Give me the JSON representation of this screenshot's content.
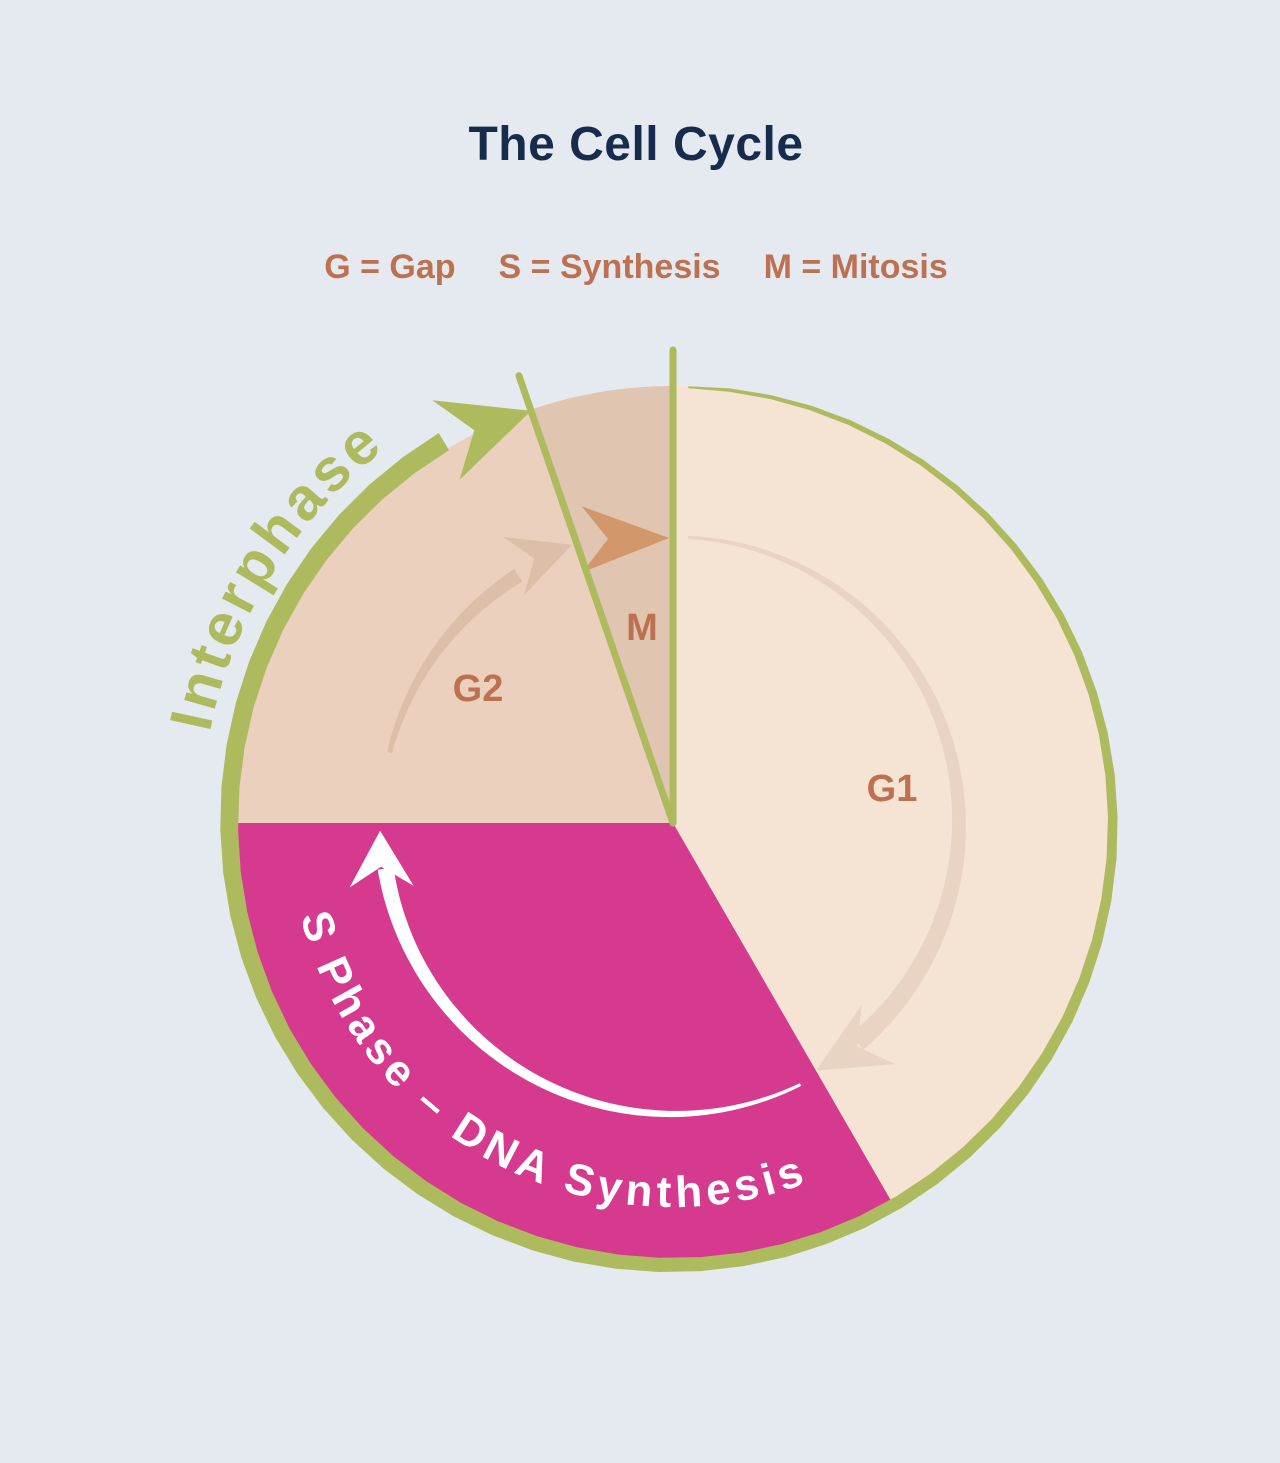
{
  "title": "The Cell Cycle",
  "legend": {
    "gap": "G = Gap",
    "synthesis": "S = Synthesis",
    "mitosis": "M = Mitosis"
  },
  "phases": {
    "g1": {
      "label": "G1"
    },
    "s": {
      "label": "S Phase – DNA Synthesis"
    },
    "g2": {
      "label": "G2"
    },
    "m": {
      "label": "M"
    }
  },
  "annotations": {
    "interphase": "Interphase",
    "s_phase": "S Phase – DNA Synthesis"
  },
  "colors": {
    "background": "#e5eaf1",
    "title_navy": "#172c4d",
    "rust_label": "#bd7150",
    "olive_green": "#aeba5e",
    "g1_fill": "#f5e3d3",
    "g2_fill": "#ead0bd",
    "m_fill": "#e0c5b1",
    "s_fill": "#d63a8e",
    "g1_arrow": "#e9d4c3",
    "g2_arrow": "#dcbfa9",
    "m_arrow": "#d2976a",
    "s_arrow": "#ffffff"
  }
}
